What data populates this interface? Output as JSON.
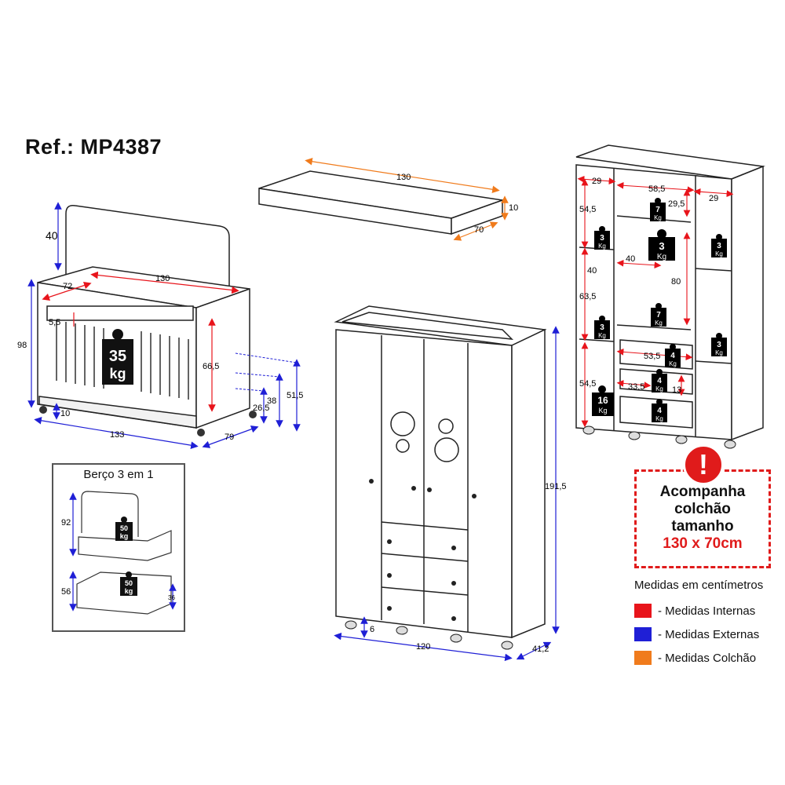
{
  "ref": "Ref.: MP4387",
  "panel": {
    "top": "130",
    "right": "10",
    "depth": "70"
  },
  "crib": {
    "width_top": "130",
    "depth_top": "72",
    "headboard": "40",
    "height": "98",
    "width_base": "133",
    "depth_base": "79",
    "base_gap": "10",
    "inner_h": "66,5",
    "slat": "5,5",
    "h1": "38",
    "h2": "26,5",
    "h3": "51,5",
    "weight_num": "35",
    "weight_unit": "kg"
  },
  "inset": {
    "title": "Berço 3 em 1",
    "bed_h": "92",
    "bed_w_num": "50",
    "bed_w_unit": "kg",
    "sofa_h": "56",
    "sofa_side": "36",
    "sofa_w_num": "50",
    "sofa_w_unit": "kg"
  },
  "wardrobe": {
    "height": "191,5",
    "width": "120",
    "depth": "41,2",
    "feet": "6"
  },
  "interior": {
    "left_w": "29",
    "mid_w": "58,5",
    "right_w": "29",
    "top_h": "29,5",
    "l1": "54,5",
    "l2": "40",
    "l3": "63,5",
    "l4": "54,5",
    "rail": "40",
    "hang": "80",
    "drw1": "53,5",
    "drw2": "33,5",
    "drw3": "13",
    "w7a": "7",
    "w3a": "3",
    "w3big": "3",
    "w3r": "3",
    "w7b": "7",
    "w3l": "3",
    "w3r2": "3",
    "w4a": "4",
    "w4b": "4",
    "w4c": "4",
    "w16": "16",
    "unit": "Kg"
  },
  "notice": {
    "line1": "Acompanha",
    "line2": "colchão",
    "line3": "tamanho",
    "line4": "130 x 70cm",
    "alert": "!"
  },
  "legend": {
    "title": "Medidas em centímetros",
    "items": [
      {
        "label": "- Medidas Internas",
        "color": "#e8141b"
      },
      {
        "label": "- Medidas Externas",
        "color": "#1f1fd6"
      },
      {
        "label": "- Medidas Colchão",
        "color": "#f07b1c"
      }
    ]
  },
  "colors": {
    "internal": "#e8141b",
    "external": "#1f1fd6",
    "mattress": "#f07b1c"
  }
}
